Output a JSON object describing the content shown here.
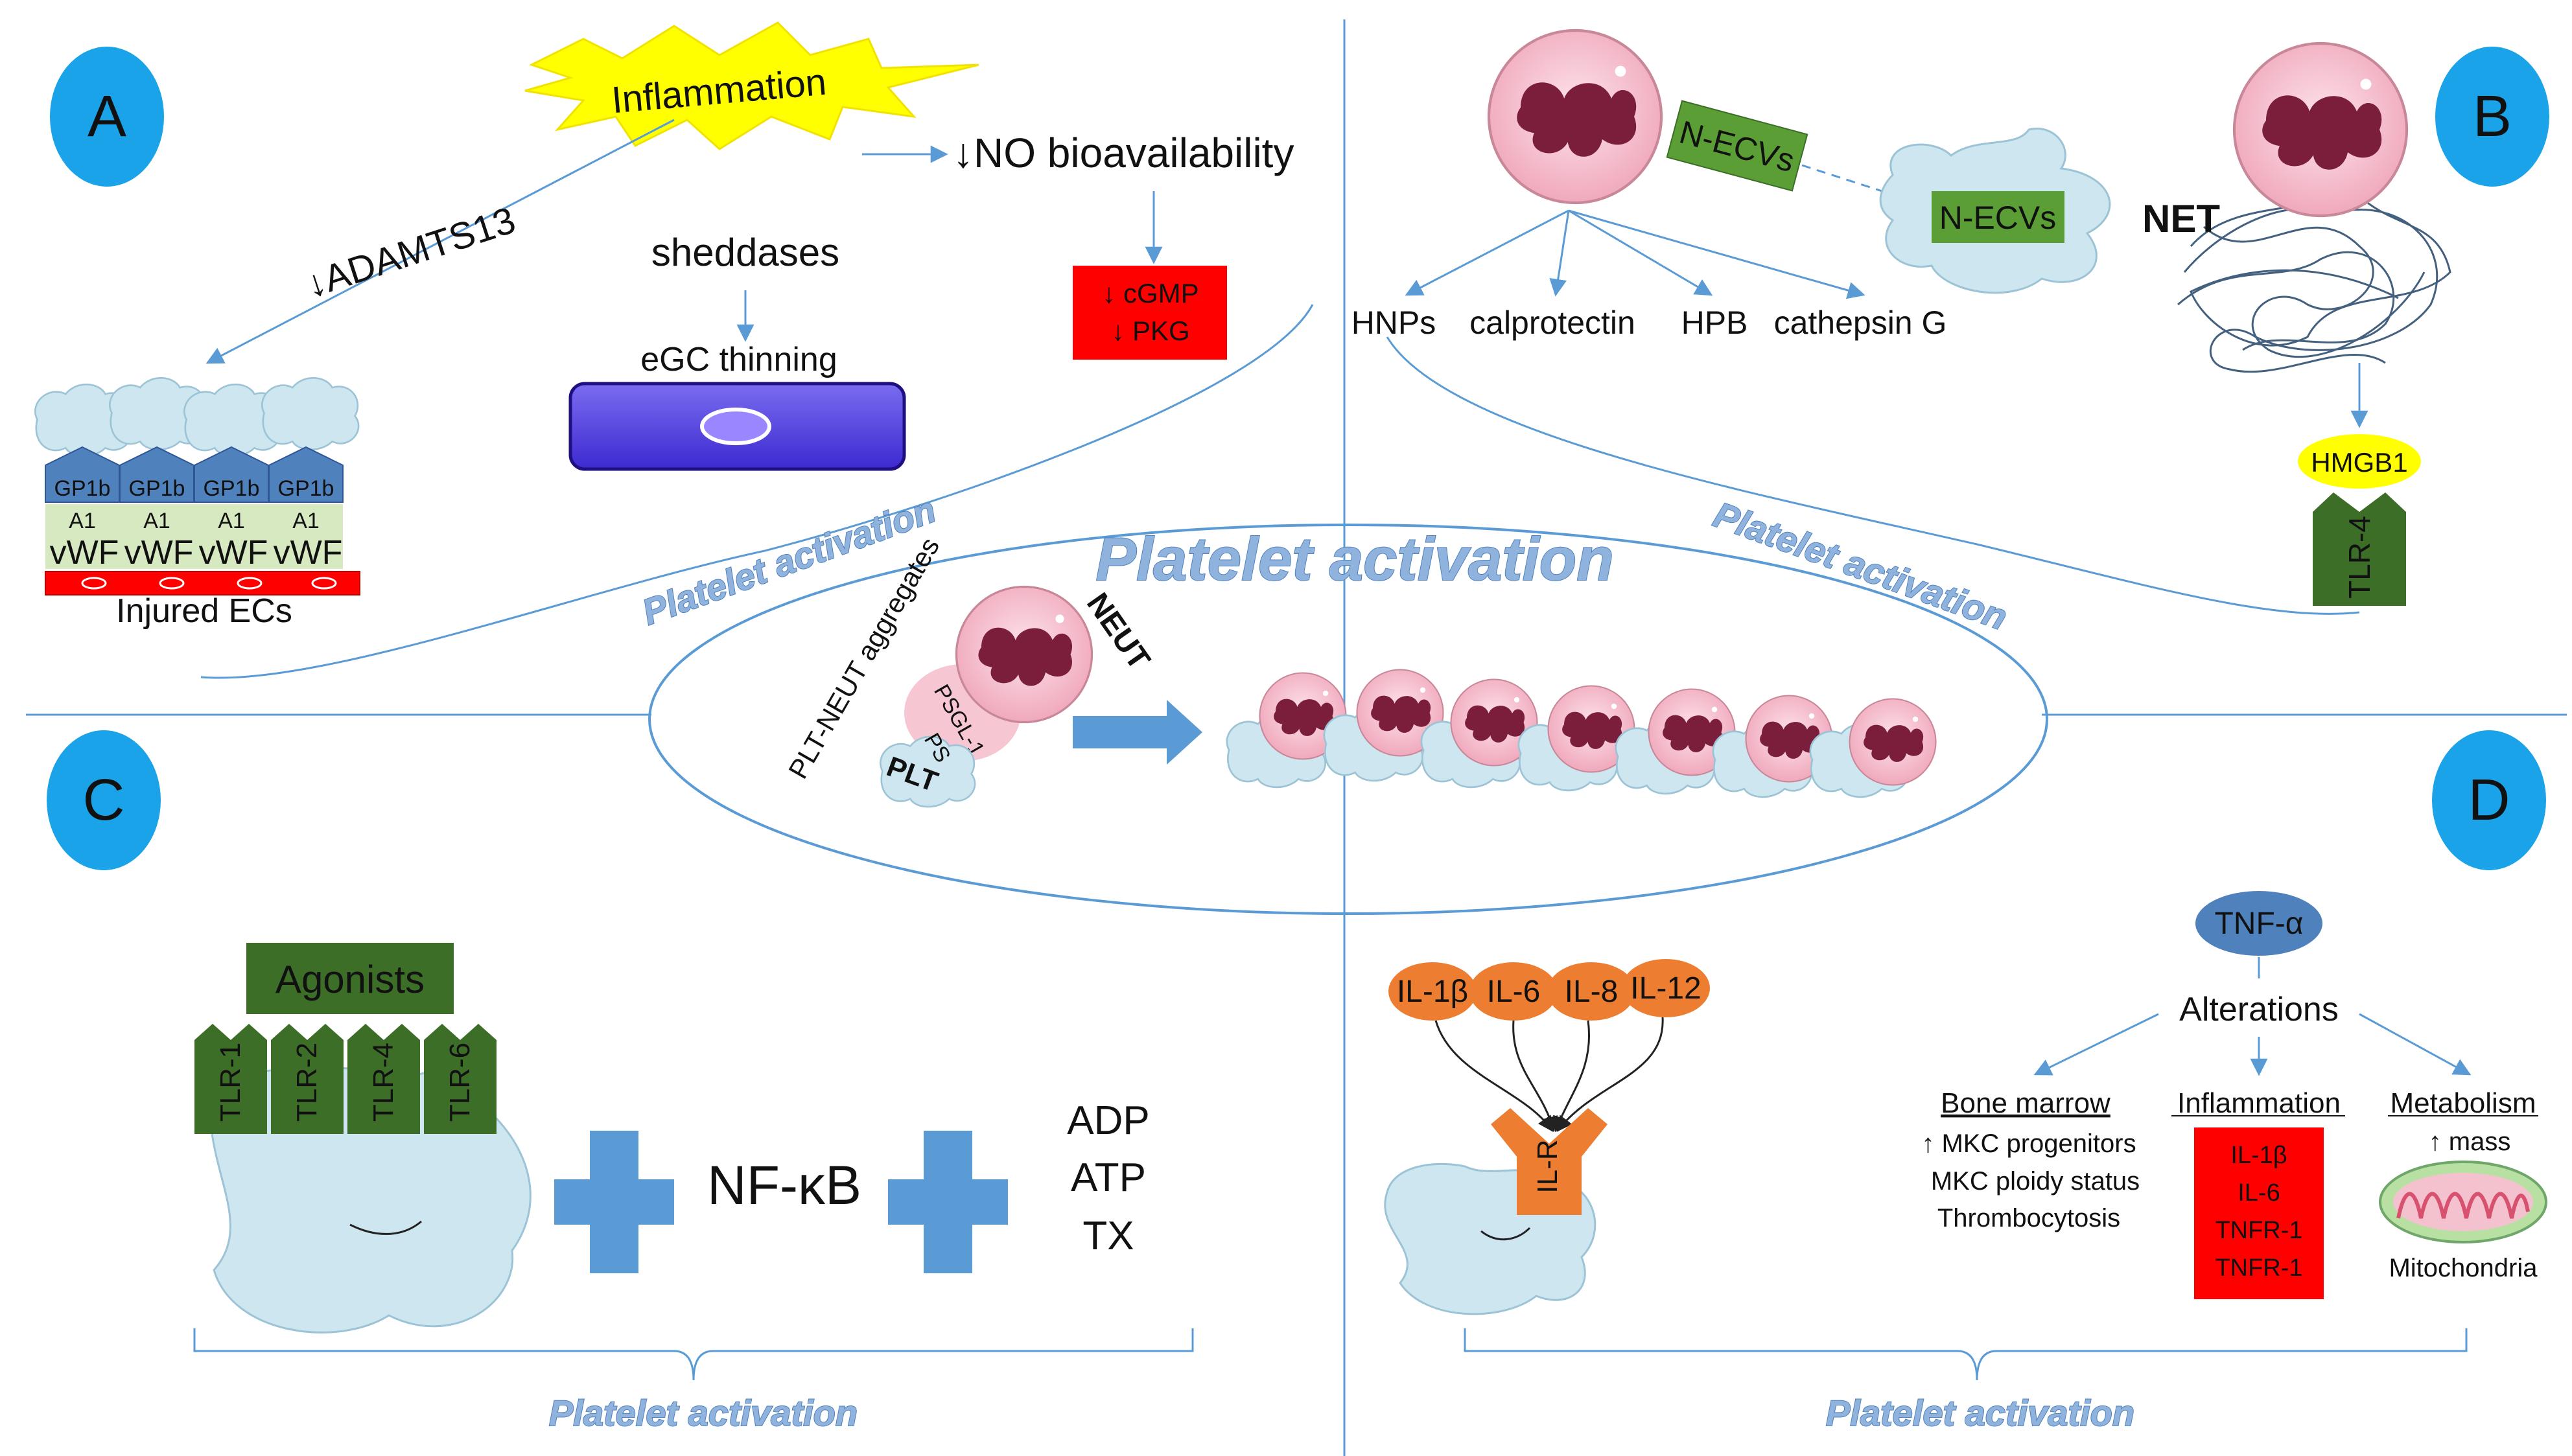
{
  "panels": {
    "A": "A",
    "B": "B",
    "C": "C",
    "D": "D"
  },
  "center": {
    "title": "Platelet activation",
    "aggregates_label": "PLT-NEUT aggregates",
    "neut": "NEUT",
    "psgl": "PSGL-1",
    "ps": "PS",
    "plt": "PLT"
  },
  "panel_a": {
    "inflammation": "Inflammation",
    "no_bio": "↓NO bioavailability",
    "adamts": "↓ADAMTS13",
    "sheddases": "sheddases",
    "egc": "eGC thinning",
    "cgmp": "↓ cGMP",
    "pkg": "↓ PKG",
    "gp1b": "GP1b",
    "a1": "A1",
    "vwf": "vWF",
    "injured": "Injured ECs",
    "platelet_activation": "Platelet activation"
  },
  "panel_b": {
    "necvs_1": "N-ECVs",
    "necvs_2": "N-ECVs",
    "net": "NET",
    "hnps": "HNPs",
    "calprotectin": "calprotectin",
    "hpb": "HPB",
    "cathepsin": "cathepsin G",
    "hmgb1": "HMGB1",
    "tlr4": "TLR-4",
    "platelet_activation": "Platelet activation"
  },
  "panel_c": {
    "agonists": "Agonists",
    "tlrs": [
      "TLR-1",
      "TLR-2",
      "TLR-4",
      "TLR-6"
    ],
    "nfkb": "NF-κB",
    "adp": "ADP",
    "atp": "ATP",
    "tx": "TX",
    "platelet_activation": "Platelet activation"
  },
  "panel_d": {
    "cytokines": [
      "IL-1β",
      "IL-6",
      "IL-8",
      "IL-12"
    ],
    "ilr": "IL-R",
    "tnf": "TNF-α",
    "alterations": "Alterations",
    "bone_marrow": "Bone marrow",
    "bm_items": [
      "↑ MKC progenitors",
      "MKC ploidy status",
      "Thrombocytosis"
    ],
    "inflammation": "Inflammation",
    "infl_items": [
      "IL-1β",
      "IL-6",
      "TNFR-1",
      "TNFR-1"
    ],
    "metabolism": "Metabolism",
    "mass": "↑ mass",
    "mitochondria": "Mitochondria",
    "platelet_activation": "Platelet activation"
  },
  "colors": {
    "panel_circle": "#1aa3e8",
    "arrow": "#5b9bd5",
    "platelet": "#cde6f0",
    "green_box": "#3c6e28",
    "red_box": "#ff0000",
    "orange": "#ed7d31",
    "yellow": "#ffff00"
  }
}
